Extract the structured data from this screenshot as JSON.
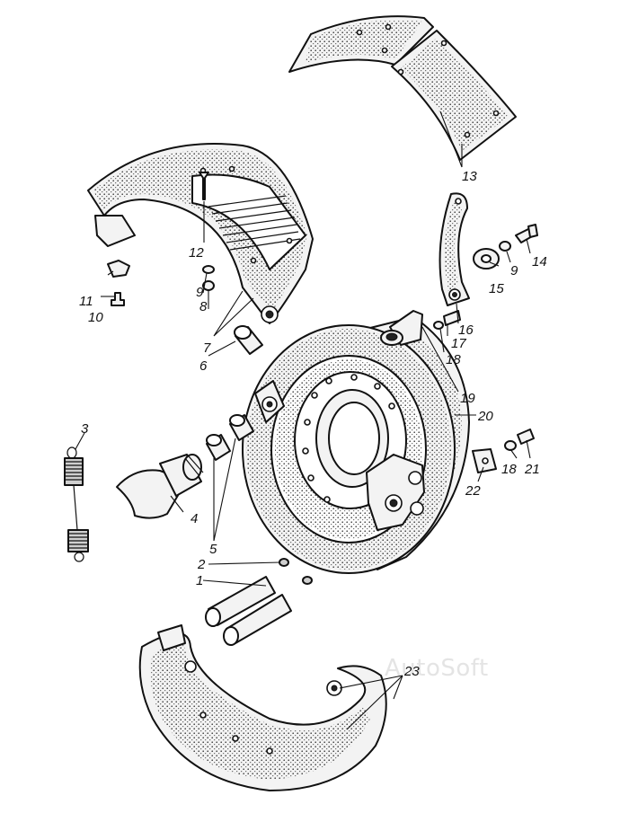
{
  "callouts": [
    {
      "id": "1",
      "text": "1"
    },
    {
      "id": "2",
      "text": "2"
    },
    {
      "id": "3",
      "text": "3"
    },
    {
      "id": "4",
      "text": "4"
    },
    {
      "id": "5",
      "text": "5"
    },
    {
      "id": "6",
      "text": "6"
    },
    {
      "id": "7",
      "text": "7"
    },
    {
      "id": "8",
      "text": "8"
    },
    {
      "id": "9a",
      "text": "9"
    },
    {
      "id": "9b",
      "text": "9"
    },
    {
      "id": "10",
      "text": "10"
    },
    {
      "id": "11",
      "text": "11"
    },
    {
      "id": "12",
      "text": "12"
    },
    {
      "id": "13",
      "text": "13"
    },
    {
      "id": "14",
      "text": "14"
    },
    {
      "id": "15",
      "text": "15"
    },
    {
      "id": "16",
      "text": "16"
    },
    {
      "id": "17",
      "text": "17"
    },
    {
      "id": "18a",
      "text": "18"
    },
    {
      "id": "18b",
      "text": "18"
    },
    {
      "id": "19",
      "text": "19"
    },
    {
      "id": "20",
      "text": "20"
    },
    {
      "id": "21",
      "text": "21"
    },
    {
      "id": "22",
      "text": "22"
    },
    {
      "id": "23",
      "text": "23"
    }
  ],
  "watermark": "AutoSoft"
}
